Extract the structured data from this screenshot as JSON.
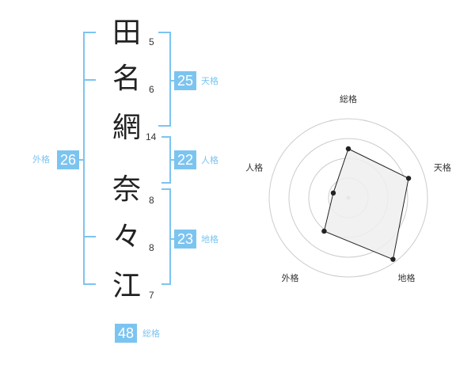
{
  "name": {
    "characters": [
      {
        "char": "田",
        "strokes": "5"
      },
      {
        "char": "名",
        "strokes": "6"
      },
      {
        "char": "網",
        "strokes": "14"
      },
      {
        "char": "奈",
        "strokes": "8"
      },
      {
        "char": "々",
        "strokes": "8"
      },
      {
        "char": "江",
        "strokes": "7"
      }
    ]
  },
  "fortunes": {
    "tenkaku": {
      "value": "25",
      "label": "天格"
    },
    "jinkaku": {
      "value": "22",
      "label": "人格"
    },
    "chikaku": {
      "value": "23",
      "label": "地格"
    },
    "gaikaku": {
      "value": "26",
      "label": "外格"
    },
    "soukaku": {
      "value": "48",
      "label": "総格"
    }
  },
  "colors": {
    "accent": "#7cc4f0",
    "radar_fill": "#eeeeee",
    "radar_line": "#222222",
    "grid": "#cccccc"
  },
  "chart_data": {
    "type": "radar",
    "axes": [
      "総格",
      "天格",
      "地格",
      "外格",
      "人格"
    ],
    "values": [
      0.62,
      0.8,
      0.96,
      0.52,
      0.2
    ],
    "range": [
      0,
      1
    ],
    "rings": 4
  }
}
